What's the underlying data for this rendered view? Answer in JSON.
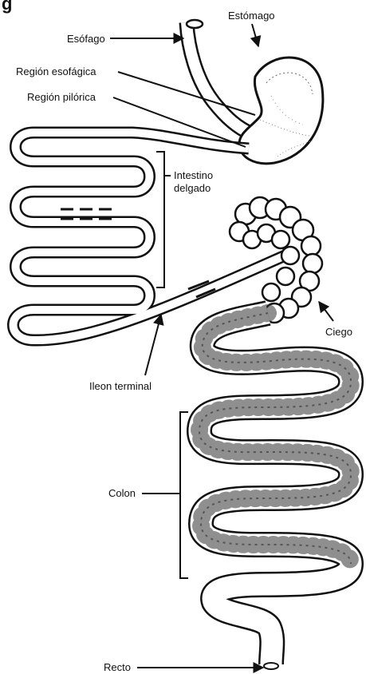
{
  "corner_letter": "g",
  "labels": {
    "esofago": "Esófago",
    "estomago": "Estómago",
    "region_esofagica": "Región esofágica",
    "region_pilorica": "Región pilórica",
    "intestino_1": "Intestino",
    "intestino_2": "delgado",
    "ciego": "Ciego",
    "ileon_terminal": "Ileon terminal",
    "colon": "Colon",
    "recto": "Recto"
  }
}
